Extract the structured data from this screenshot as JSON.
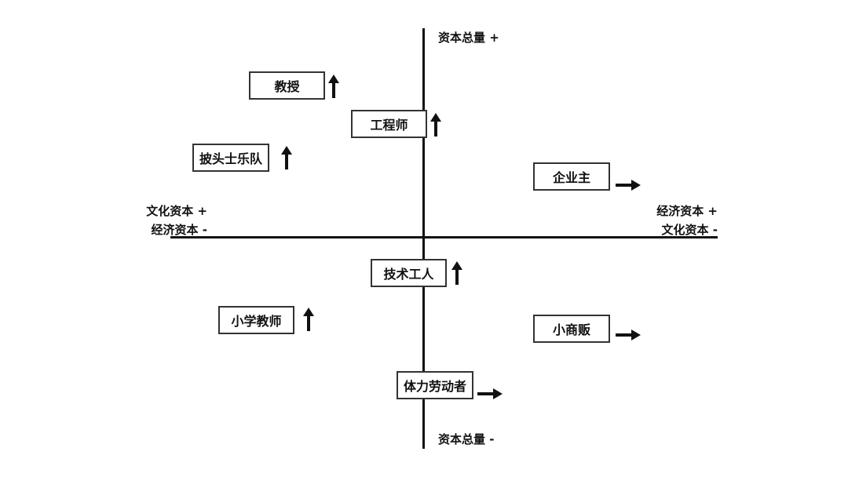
{
  "axes": {
    "top": "资本总量 +",
    "bottom": "资本总量 -",
    "left_line1": "文化资本 +",
    "left_line2": "经济资本 -",
    "right_line1": "经济资本 +",
    "right_line2": "文化资本 -"
  },
  "nodes": [
    {
      "label": "教授",
      "arrow": "up"
    },
    {
      "label": "工程师",
      "arrow": "up"
    },
    {
      "label": "披头士乐队",
      "arrow": "up"
    },
    {
      "label": "企业主",
      "arrow": "right"
    },
    {
      "label": "技术工人",
      "arrow": "up"
    },
    {
      "label": "小学教师",
      "arrow": "up"
    },
    {
      "label": "小商贩",
      "arrow": "right"
    },
    {
      "label": "体力劳动者",
      "arrow": "right"
    }
  ]
}
